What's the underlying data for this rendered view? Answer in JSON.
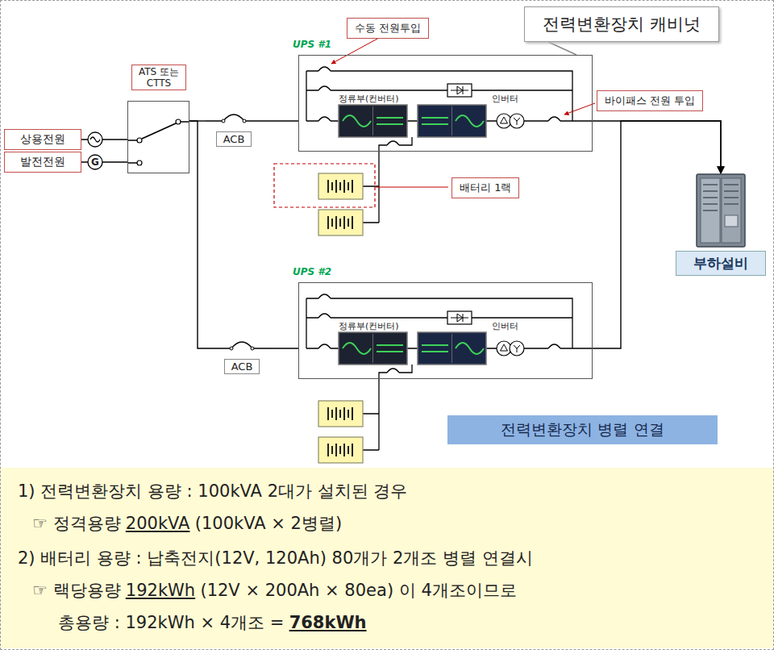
{
  "diagram": {
    "nodes": [
      {
        "text": [
          "상용전원"
        ]
      },
      {
        "text": [
          "발전전원"
        ]
      },
      {
        "text": [
          "ATS 또는 CTTS"
        ]
      },
      {
        "text": [
          "ACB"
        ]
      },
      {
        "text": [
          "ACB"
        ]
      },
      {
        "text": [
          "UPS #1"
        ]
      },
      {
        "text": [
          "UPS #2"
        ]
      },
      {
        "text": [
          "배터리 1랙"
        ]
      },
      {
        "text": [
          "수동 전원투입"
        ]
      },
      {
        "text": [
          "바이패스 전원 투입"
        ]
      },
      {
        "text": [
          "전력변환장치 캐비넛"
        ]
      },
      {
        "text": [
          "부하설비"
        ]
      },
      {
        "text": [
          "전력변환장치 병렬 연결"
        ]
      }
    ],
    "edges": [
      {
        "from": 0,
        "to": 2,
        "arrow": "none"
      },
      {
        "from": 1,
        "to": 2,
        "arrow": "none"
      },
      {
        "from": 2,
        "to": 3,
        "arrow": "none"
      },
      {
        "from": 2,
        "to": 4,
        "arrow": "none"
      },
      {
        "from": 3,
        "to": 5,
        "arrow": "none"
      },
      {
        "from": 4,
        "to": 6,
        "arrow": "none"
      },
      {
        "from": 5,
        "to": 11,
        "arrow": "to"
      },
      {
        "from": 6,
        "to": 11,
        "arrow": "to"
      },
      {
        "from": 10,
        "to": 5,
        "arrow": "none"
      }
    ],
    "labels": [
      "G",
      "정류부(컨버터)",
      "인버터",
      "정류부(컨버터)",
      "인버터",
      "1) 전력변환장치 용량 : 100kVA 2대가 설치된 경우",
      "☞ 정격용량",
      "200kVA",
      "(100kVA × 2병렬)",
      "2) 배터리 용량 : 납축전지(12V, 120Ah) 80개가 2개조 병렬 연결시",
      "☞ 랙당용량",
      "192kWh",
      "(12V × 200Ah × 80ea) 이 4개조이므로",
      "총용량 : 192kWh × 4개조 =",
      "768kWh"
    ]
  }
}
